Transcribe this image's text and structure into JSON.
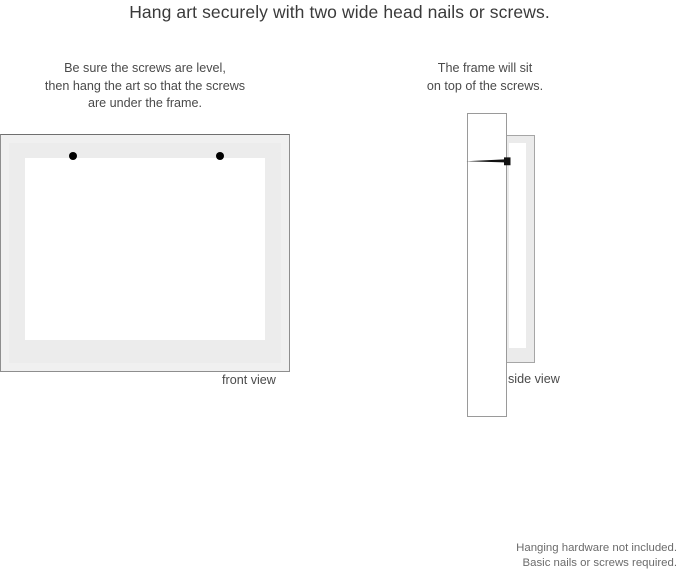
{
  "headline": "Hang art securely with two wide head nails or screws.",
  "captions": {
    "left": {
      "line1": "Be sure the screws are level,",
      "line2": "then hang the art so that the screws",
      "line3": "are under the frame."
    },
    "right": {
      "line1": "The frame will sit",
      "line2": "on top of the screws."
    }
  },
  "front_view": {
    "label": "front view",
    "frame_color": "#f0f0f0",
    "mat_color": "#ececec",
    "art_color": "#ffffff",
    "border_color": "#8e8e8e",
    "screws": [
      {
        "name": "left-screw",
        "color": "#000000"
      },
      {
        "name": "right-screw",
        "color": "#000000"
      }
    ]
  },
  "side_view": {
    "label": "side view",
    "wall_color": "#ffffff",
    "wall_border_color": "#9a9a9a",
    "frame_color": "#ebebeb",
    "frame_border_color": "#a6a6a6",
    "frame_inner_color": "#ffffff",
    "nail_color": "#111111"
  },
  "footer": {
    "line1": "Hanging hardware not included.",
    "line2": "Basic nails or screws required."
  }
}
